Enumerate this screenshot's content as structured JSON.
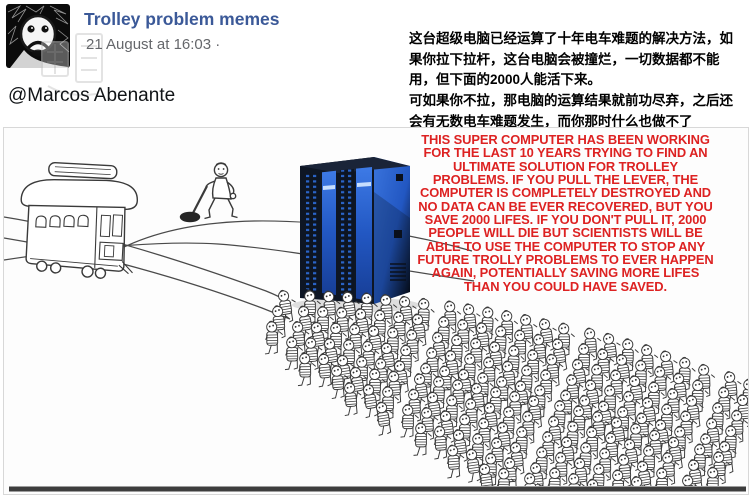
{
  "post_header": {
    "page_name": "Trolley problem memes",
    "timestamp": "21 August at 16:03 ·",
    "mention": "@Marcos Abenante",
    "title_color": "#3b5998",
    "timestamp_color": "#65676b"
  },
  "caption": {
    "paragraph1": "这台超级电脑已经运算了十年电车难题的解决方法，如果你拉下拉杆，这台电脑会被撞烂，一切数据都不能用，但下面的2000人能活下来。",
    "paragraph2": "可如果你不拉，那电脑的运算结果就前功尽弃，之后还会有无数电车难题发生，而你那时什么也做不了"
  },
  "meme": {
    "overlay_color": "#dd2222",
    "overlay_text_lines": [
      "THIS SUPER COMPUTER HAS BEEN WORKING",
      "FOR THE LAST 10 YEARS TRYING TO FIND AN",
      "ULTIMATE SOLUTION FOR TROLLEY",
      "PROBLEMS. IF YOU PULL THE LEVER, THE",
      "COMPUTER IS COMPLETELY DESTROYED AND",
      "NO DATA CAN BE EVER RECOVERED, BUT YOU",
      "SAVE 2000 LIFES. IF YOU DON'T PULL IT, 2000",
      "PEOPLE WILL DIE BUT SCIENTISTS WILL BE",
      "ABLE TO USE THE COMPUTER TO STOP ANY",
      "FUTURE TROLLY PROBLEMS TO EVER HAPPEN",
      "AGAIN, POTENTIALLY SAVING MORE LIFES",
      "THAN YOU COULD HAVE SAVED."
    ]
  }
}
